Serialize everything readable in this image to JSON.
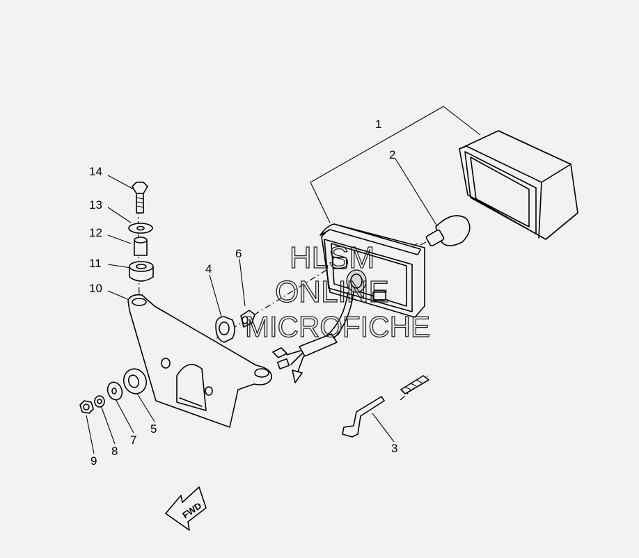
{
  "callouts": {
    "c1": "1",
    "c2": "2",
    "c3": "3",
    "c4": "4",
    "c5": "5",
    "c6": "6",
    "c7": "7",
    "c8": "8",
    "c9": "9",
    "c10": "10",
    "c11": "11",
    "c12": "12",
    "c13": "13",
    "c14": "14"
  },
  "watermark": {
    "line1": "HLSM",
    "line2": "ONLINE",
    "line3": "MICROFICHE"
  },
  "fwd_label": "FWD",
  "colors": {
    "background": "#f2f2f2",
    "ink": "#000000"
  }
}
